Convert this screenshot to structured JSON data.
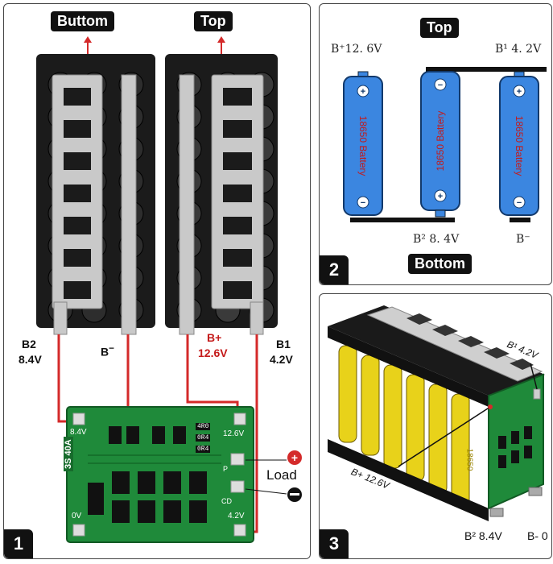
{
  "panel1": {
    "number": "1",
    "tag_left": "Buttom",
    "tag_right": "Top",
    "b2": "B2",
    "b2_v": "8.4V",
    "bminus": "B",
    "bplus": "B+",
    "bplus_v": "12.6V",
    "b1": "B1",
    "b1_v": "4.2V",
    "load": "Load",
    "board": {
      "model": "3S 40A",
      "pad_84": "8.4V",
      "pad_126": "12.6V",
      "pad_0": "0V",
      "pad_42": "4.2V",
      "chip1": "4R0",
      "chip2": "0R4",
      "chip3": "0R4",
      "p_label": "P",
      "cd_label": "CD"
    }
  },
  "panel2": {
    "number": "2",
    "tag_top": "Top",
    "tag_bottom": "Bottom",
    "bplus": "B⁺12. 6V",
    "b1": "B¹ 4. 2V",
    "b2": "B² 8. 4V",
    "bminus": "B⁻",
    "battery_label": "18650 Battery"
  },
  "panel3": {
    "number": "3",
    "b1": "B¹ 4.2V",
    "bplus": "B+ 12.6V",
    "b2": "B² 8.4V",
    "bminus": "B- 0",
    "cell_text": "18650"
  },
  "colors": {
    "wire": "#d42a2a",
    "pcb": "#1f8a3a",
    "battery": "#3b86e0",
    "nickel": "#c9c9c9",
    "holder": "#1a1a1a"
  }
}
